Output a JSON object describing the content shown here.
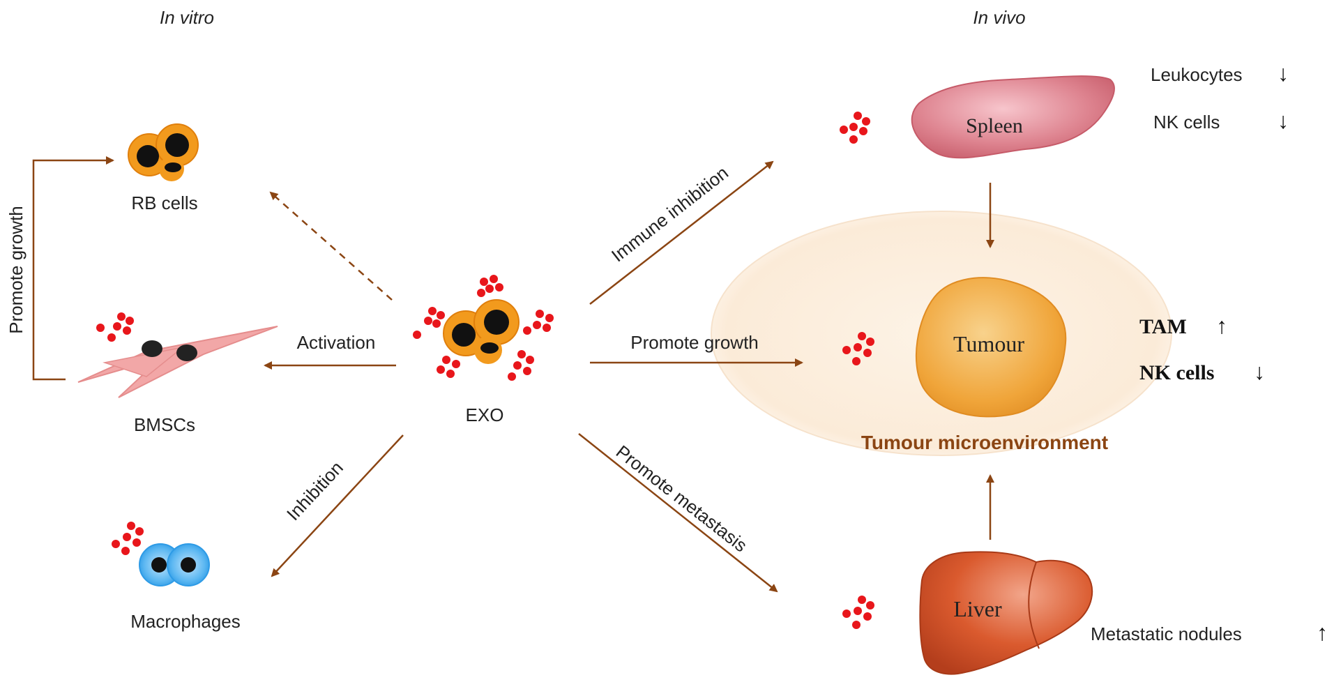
{
  "sections": {
    "in_vitro": "In vitro",
    "in_vivo": "In vivo"
  },
  "exo": {
    "label": "EXO"
  },
  "in_vitro": {
    "rb_cells": "RB cells",
    "bmscs": "BMSCs",
    "macrophages": "Macrophages",
    "promote_growth_loop": "Promote growth",
    "activation": "Activation",
    "inhibition": "Inhibition"
  },
  "pathways": {
    "immune_inhibition": "Immune inhibition",
    "promote_growth": "Promote growth",
    "promote_metastasis": "Promote metastasis"
  },
  "in_vivo": {
    "spleen": "Spleen",
    "tumour": "Tumour",
    "liver": "Liver",
    "microenvironment": "Tumour microenvironment",
    "leukocytes": "Leukocytes",
    "nk_cells_spleen": "NK cells",
    "tam": "TAM",
    "nk_cells_tumour": "NK cells",
    "metastatic_nodules": "Metastatic nodules",
    "down_arrow": "↓",
    "up_arrow": "↑"
  },
  "colors": {
    "arrow": "#8B4513",
    "exosome": "#E8161B",
    "rb_cell": "#F29A1D",
    "spleen": "#D9737F",
    "tumour": "#F0A53A",
    "liver": "#D9542A",
    "micro_env": "#FCEFE0",
    "bmsc": "#F2A7A7",
    "macrophage": "#3FA9F5"
  }
}
